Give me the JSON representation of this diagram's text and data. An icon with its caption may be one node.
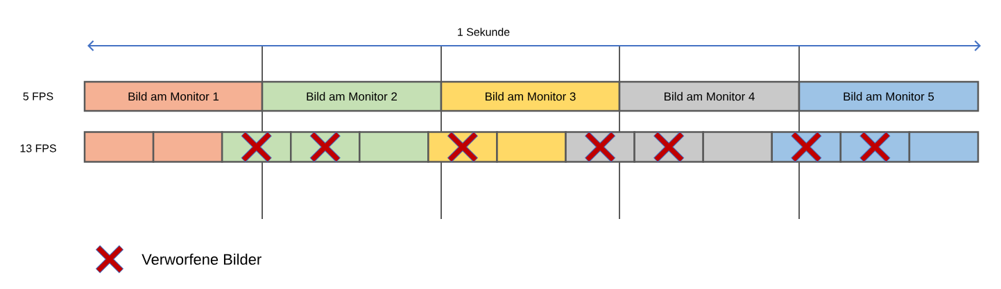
{
  "diagram": {
    "nodes": [
      {
        "text": [
          "Bild am Monitor 1"
        ]
      },
      {
        "text": [
          "Bild am Monitor 2"
        ]
      },
      {
        "text": [
          "Bild am Monitor 3"
        ]
      },
      {
        "text": [
          "Bild am Monitor 4"
        ]
      },
      {
        "text": [
          "Bild am Monitor 5"
        ]
      },
      {
        "text": [],
        "shape": "box"
      },
      {
        "text": [],
        "shape": "box"
      },
      {
        "text": [],
        "shape": "box"
      },
      {
        "text": [],
        "shape": "box"
      },
      {
        "text": [],
        "shape": "box"
      },
      {
        "text": [],
        "shape": "box"
      },
      {
        "text": [],
        "shape": "box"
      },
      {
        "text": [],
        "shape": "box"
      },
      {
        "text": [],
        "shape": "box"
      },
      {
        "text": [],
        "shape": "box"
      },
      {
        "text": [],
        "shape": "box"
      },
      {
        "text": [],
        "shape": "box"
      },
      {
        "text": [],
        "shape": "box"
      }
    ],
    "labels": [
      "1 Sekunde",
      "5 FPS",
      "13 FPS"
    ],
    "legend": [
      {
        "text": "Verworfene Bilder"
      }
    ]
  }
}
